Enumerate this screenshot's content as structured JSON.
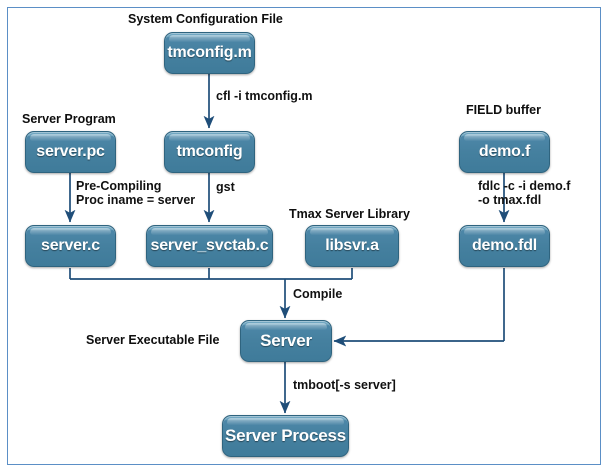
{
  "diagram": {
    "title_caption": "System Configuration File",
    "frame_color": "#5b8fc6",
    "node_color": "#45809f",
    "wire_color": "#1f4e79",
    "nodes": [
      {
        "id": "tmconfig_m",
        "label": "tmconfig.m"
      },
      {
        "id": "server_pc",
        "label": "server.pc"
      },
      {
        "id": "tmconfig",
        "label": "tmconfig"
      },
      {
        "id": "demo_f",
        "label": "demo.f"
      },
      {
        "id": "server_c",
        "label": "server.c"
      },
      {
        "id": "server_svctab",
        "label": "server_svctab.c"
      },
      {
        "id": "libsvr_a",
        "label": "libsvr.a"
      },
      {
        "id": "demo_fdl",
        "label": "demo.fdl"
      },
      {
        "id": "server",
        "label": "Server"
      },
      {
        "id": "server_proc",
        "label": "Server Process"
      }
    ],
    "captions": [
      {
        "id": "cap_sysconf",
        "text": "System Configuration File"
      },
      {
        "id": "cap_srvprog",
        "text": "Server Program"
      },
      {
        "id": "cap_field",
        "text": "FIELD buffer"
      },
      {
        "id": "cap_tmaxlib",
        "text": "Tmax Server Library"
      },
      {
        "id": "cap_exec",
        "text": "Server Executable File"
      }
    ],
    "edge_labels": [
      {
        "id": "lbl_cfl",
        "line1": "cfl -i tmconfig.m",
        "line2": ""
      },
      {
        "id": "lbl_precomp",
        "line1": "Pre-Compiling",
        "line2": "Proc iname = server"
      },
      {
        "id": "lbl_gst",
        "line1": "gst",
        "line2": ""
      },
      {
        "id": "lbl_fdlc",
        "line1": "fdlc -c -i demo.f",
        "line2": "-o tmax.fdl"
      },
      {
        "id": "lbl_compile",
        "line1": "Compile",
        "line2": ""
      },
      {
        "id": "lbl_tmboot",
        "line1": "tmboot[-s server]",
        "line2": ""
      }
    ]
  }
}
